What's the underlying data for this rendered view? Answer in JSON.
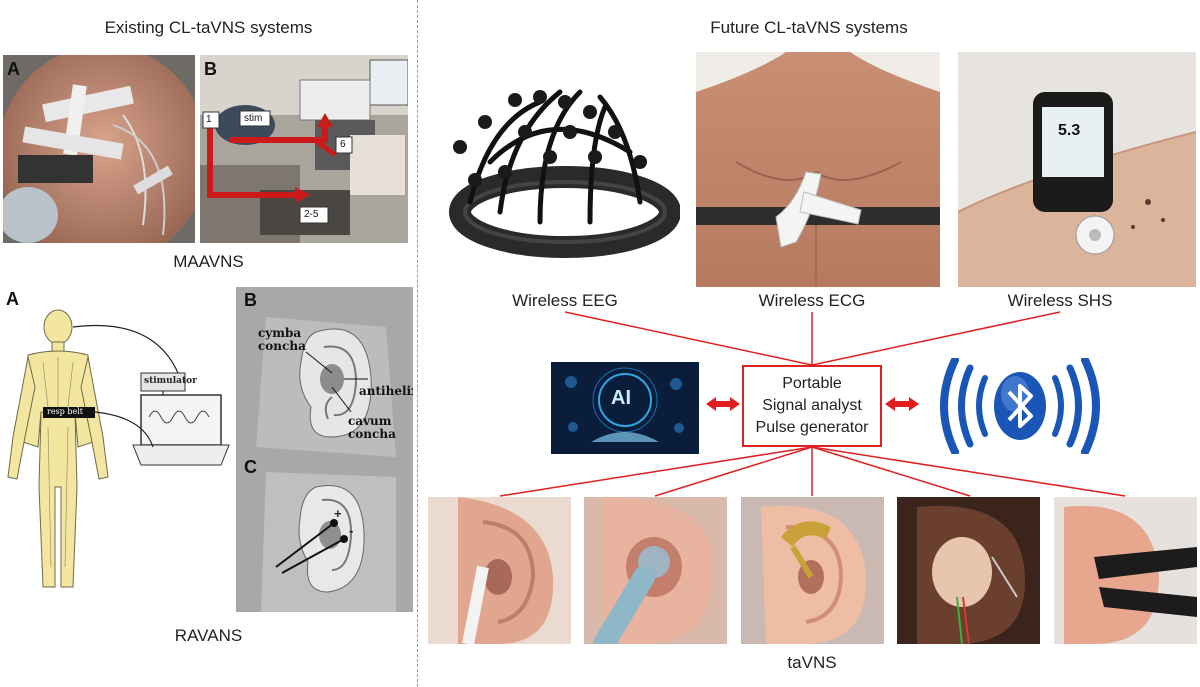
{
  "left": {
    "title": "Existing CL-taVNS systems",
    "maavns": {
      "caption": "MAAVNS",
      "panel_a": "A",
      "panel_b": "B",
      "labels": {
        "stim": "stim",
        "one": "1",
        "six": "6",
        "two_five": "2-5"
      }
    },
    "ravans": {
      "caption": "RAVANS",
      "panel_a": "A",
      "panel_b": "B",
      "panel_c": "C",
      "labels": {
        "stimulator": "stimulator",
        "resp_belt": "resp belt",
        "cymba": "cymba",
        "concha1": "concha",
        "antihelix": "antihelix",
        "cavum": "cavum",
        "concha2": "concha",
        "plus": "+",
        "minus": "-"
      }
    }
  },
  "right": {
    "title": "Future CL-taVNS systems",
    "sensors": {
      "eeg": "Wireless EEG",
      "ecg": "Wireless ECG",
      "shs": "Wireless SHS"
    },
    "device": {
      "line1": "Portable",
      "line2": "Signal analyst",
      "line3": "Pulse generator"
    },
    "glucose_reading": "5.3",
    "ai_text": "AI",
    "tavns_caption": "taVNS"
  },
  "colors": {
    "connector": "#e02020",
    "bluetooth": "#1a56b8",
    "divider": "#999999"
  }
}
